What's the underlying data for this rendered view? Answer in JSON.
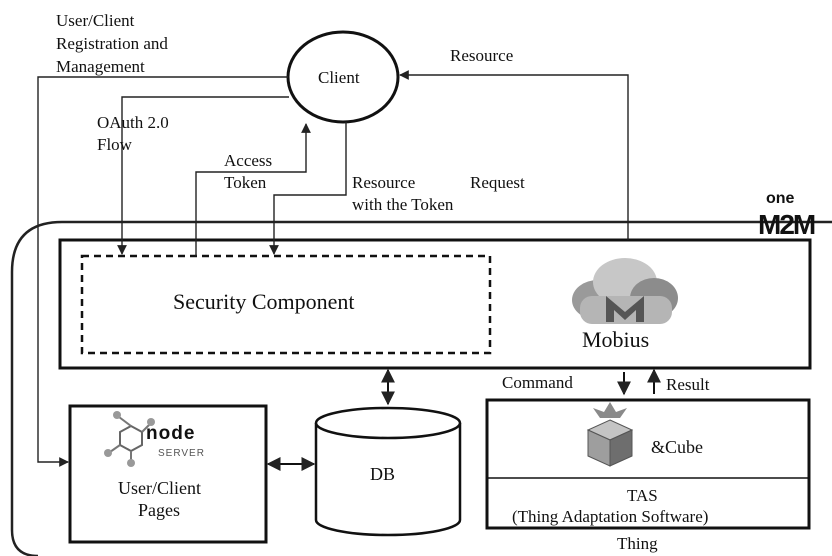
{
  "labels": {
    "registration": [
      "User/Client",
      "Registration and",
      "Management"
    ],
    "client": "Client",
    "resource": "Resource",
    "oauth": [
      "OAuth 2.0",
      "Flow"
    ],
    "access_token": [
      "Access",
      "Token"
    ],
    "resource_request": [
      "Resource",
      "Request",
      "with the Token"
    ],
    "security_component": "Security Component",
    "mobius": "Mobius",
    "command": "Command",
    "result": "Result",
    "node_logo": [
      "node",
      "SERVER"
    ],
    "pages": [
      "User/Client",
      "Pages"
    ],
    "db": "DB",
    "cube": "&Cube",
    "tas": [
      "TAS",
      "(Thing Adaptation Software)"
    ],
    "thing": "Thing",
    "onem2m_logo": [
      "one",
      "M2M"
    ]
  },
  "colors": {
    "line": "#222222",
    "cloud_light": "#cfcfcf",
    "cloud_dark": "#7a7a7a",
    "cube_light": "#bdbdbd",
    "cube_dark": "#555555"
  }
}
